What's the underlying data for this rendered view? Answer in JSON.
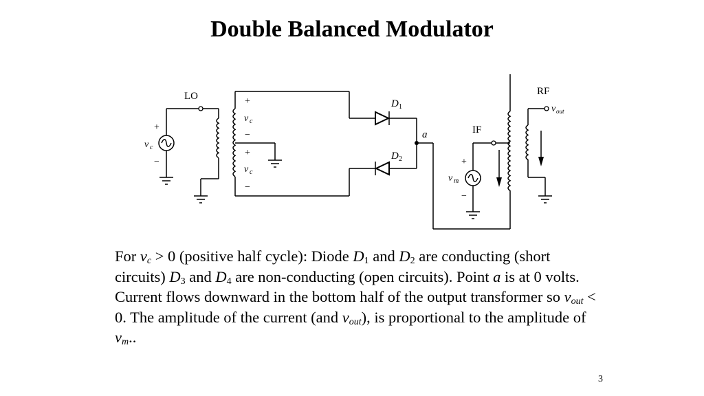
{
  "title": "Double Balanced Modulator",
  "labels": {
    "lo": "LO",
    "rf": "RF",
    "if": "IF",
    "node_a": "a",
    "plus": "+",
    "minus": "−",
    "v": "v",
    "c": "c",
    "m": "m",
    "out": "out",
    "d": "D",
    "one": "1",
    "two": "2"
  },
  "caption": {
    "p1": "For ",
    "v": "v",
    "c": "c",
    "p2": " > 0 (positive half cycle):  Diode ",
    "d": "D",
    "n1": "1",
    "and1": " and ",
    "n2": "2",
    "p3": " are conducting (short circuits) ",
    "n3": "3",
    "and2": " and ",
    "n4": "4",
    "p4": " are non-conducting (open circuits).  Point ",
    "a": "a",
    "p5": " is at 0 volts.  Current flows downward in the bottom half of the output transformer so ",
    "out": "out",
    "p6": " < 0.  The amplitude of the current (and ",
    "p7": "), is proportional to the amplitude of ",
    "m": "m",
    "p8": ".."
  },
  "page_number": "3"
}
